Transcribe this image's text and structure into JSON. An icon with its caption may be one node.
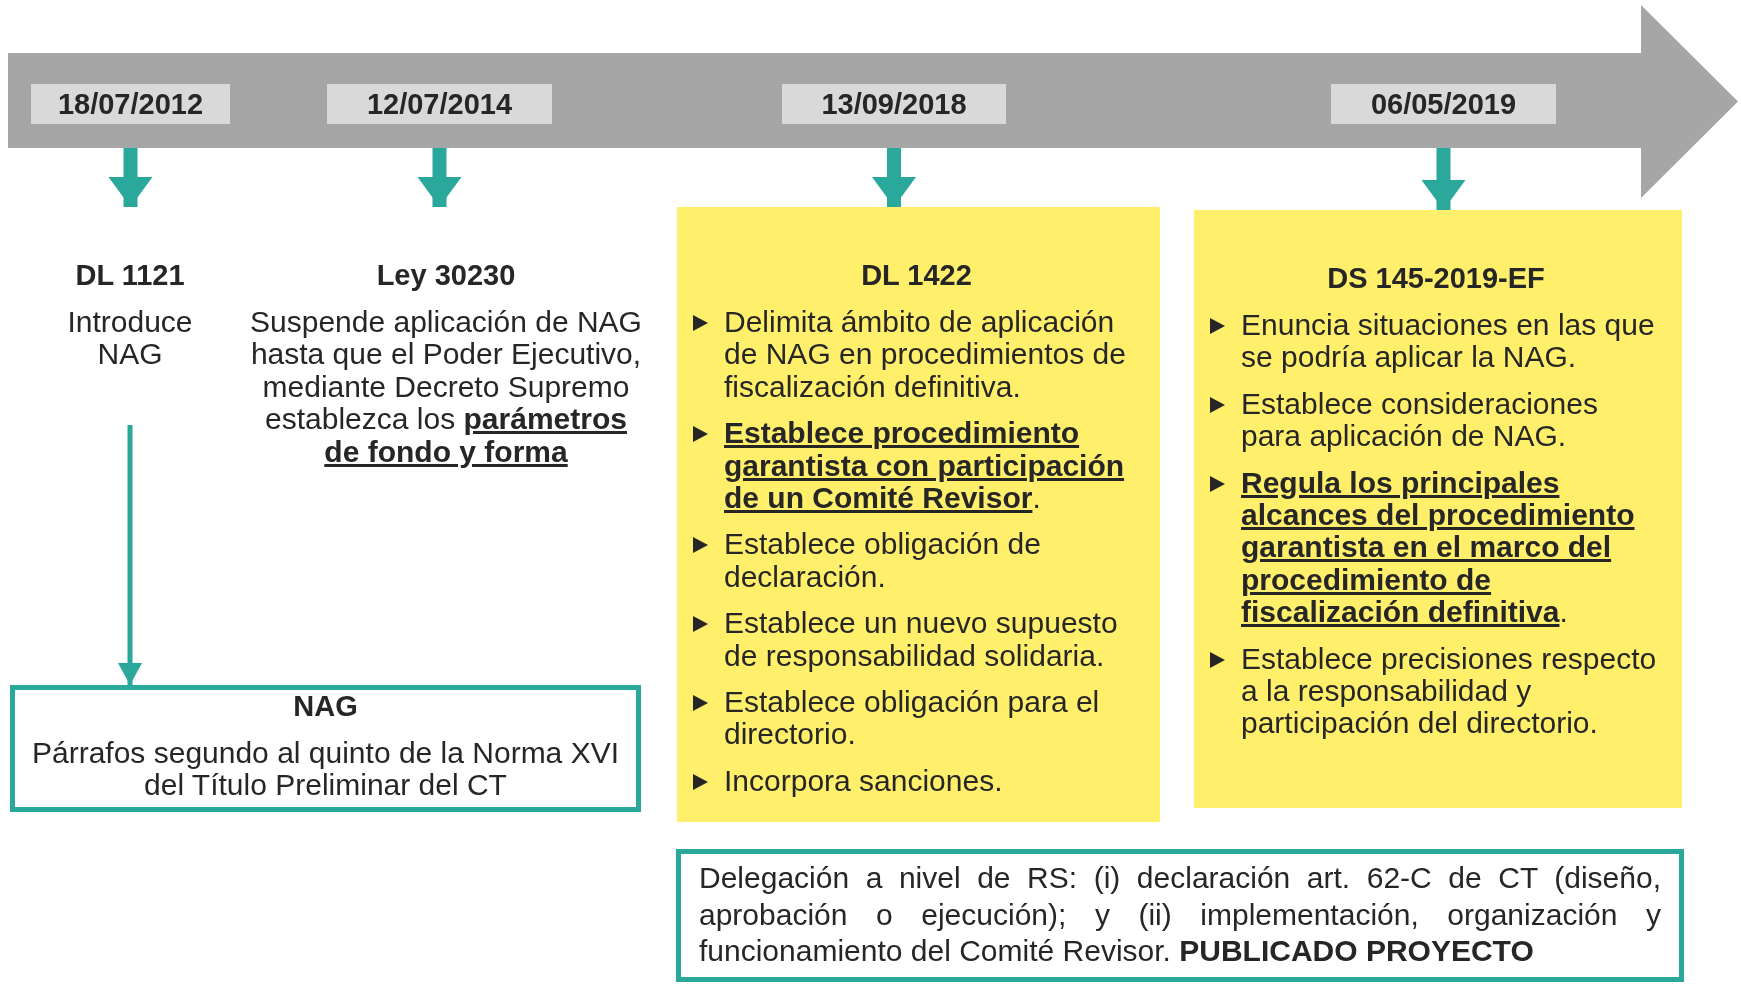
{
  "diagram": {
    "nodes": [
      {
        "text": [],
        "shape": "arrow"
      },
      {
        "text": [
          "18/07/2012"
        ],
        "in": 0
      },
      {
        "text": [
          "12/07/2014"
        ],
        "in": 0
      },
      {
        "text": [
          "13/09/2018"
        ],
        "in": 0
      },
      {
        "text": [
          "06/05/2019"
        ],
        "in": 0
      },
      {
        "text": [
          "DL 1121",
          "Introduce NAG"
        ]
      },
      {
        "text": [
          "Ley 30230",
          "Suspende aplicación de NAG hasta que el Poder Ejecutivo, mediante Decreto Supremo establezca los **parámetros de fondo y forma**"
        ]
      },
      {
        "text": [
          "DL 1422",
          "Delimita ámbito de aplicación de NAG en procedimientos de fiscalización definitiva.",
          "**Establece procedimiento garantista con participación de un Comité Revisor**.",
          "Establece obligación de declaración.",
          "Establece un nuevo supuesto de responsabilidad solidaria.",
          "Establece obligación para el directorio.",
          "Incorpora sanciones."
        ]
      },
      {
        "text": [
          "DS 145-2019-EF",
          "Enuncia situaciones en las que se podría aplicar la NAG.",
          "Establece consideraciones para aplicación de NAG.",
          "**Regula los principales alcances del procedimiento garantista en el marco del procedimiento de fiscalización definitiva**.",
          "Establece precisiones respecto a la responsabilidad y participación del directorio."
        ]
      },
      {
        "text": [
          "NAG",
          "Párrafos segundo al quinto de la Norma XVI del Título Preliminar del CT"
        ]
      },
      {
        "text": [
          "Delegación a nivel de RS: (i) declaración art. 62-C de CT (diseño, aprobación o ejecución); y (ii) implementación, organización y funcionamiento del Comité Revisor. **PUBLICADO PROYECTO**"
        ]
      }
    ],
    "edges": [
      {
        "from": 1,
        "to": 5,
        "arrow": "to"
      },
      {
        "from": 2,
        "to": 6,
        "arrow": "to"
      },
      {
        "from": 3,
        "to": 7,
        "arrow": "to"
      },
      {
        "from": 4,
        "to": 8,
        "arrow": "to"
      },
      {
        "from": 5,
        "to": 9,
        "arrow": "to"
      }
    ]
  }
}
